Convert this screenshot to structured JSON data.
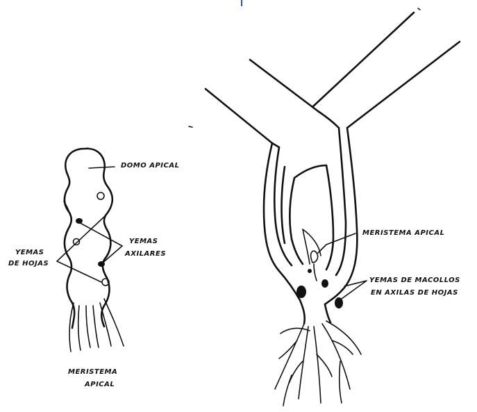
{
  "labels": {
    "domo_apical": "DOMO APICAL",
    "yemas_de_hojas_line1": "YEMAS",
    "yemas_de_hojas_line2": "DE HOJAS",
    "yemas_axilares_line1": "YEMAS",
    "yemas_axilares_line2": "AXILARES",
    "meristema_left_line1": "MERISTEMA",
    "meristema_left_line2": "APICAL",
    "meristema_apical_right": "MERISTEMA APICAL",
    "yemas_macollos_line1": "YEMAS DE MACOLLOS",
    "yemas_macollos_line2": "EN AXILAS DE HOJAS"
  },
  "colors": {
    "ink": "#111111",
    "background": "#ffffff"
  }
}
